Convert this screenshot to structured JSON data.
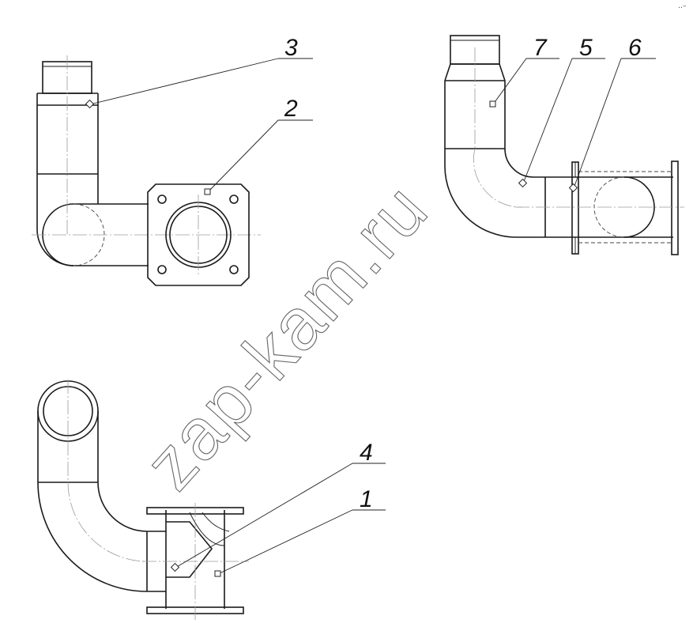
{
  "callouts": [
    {
      "id": "c3",
      "label": "3"
    },
    {
      "id": "c2",
      "label": "2"
    },
    {
      "id": "c7",
      "label": "7"
    },
    {
      "id": "c5",
      "label": "5"
    },
    {
      "id": "c6",
      "label": "6"
    },
    {
      "id": "c4",
      "label": "4"
    },
    {
      "id": "c1",
      "label": "1"
    }
  ],
  "watermark": "zap-kam.ru",
  "corner_mark": "‥–",
  "colors": {
    "line": "#1a1a1a",
    "centerline": "#9a9a9a",
    "watermark": "#666666"
  }
}
